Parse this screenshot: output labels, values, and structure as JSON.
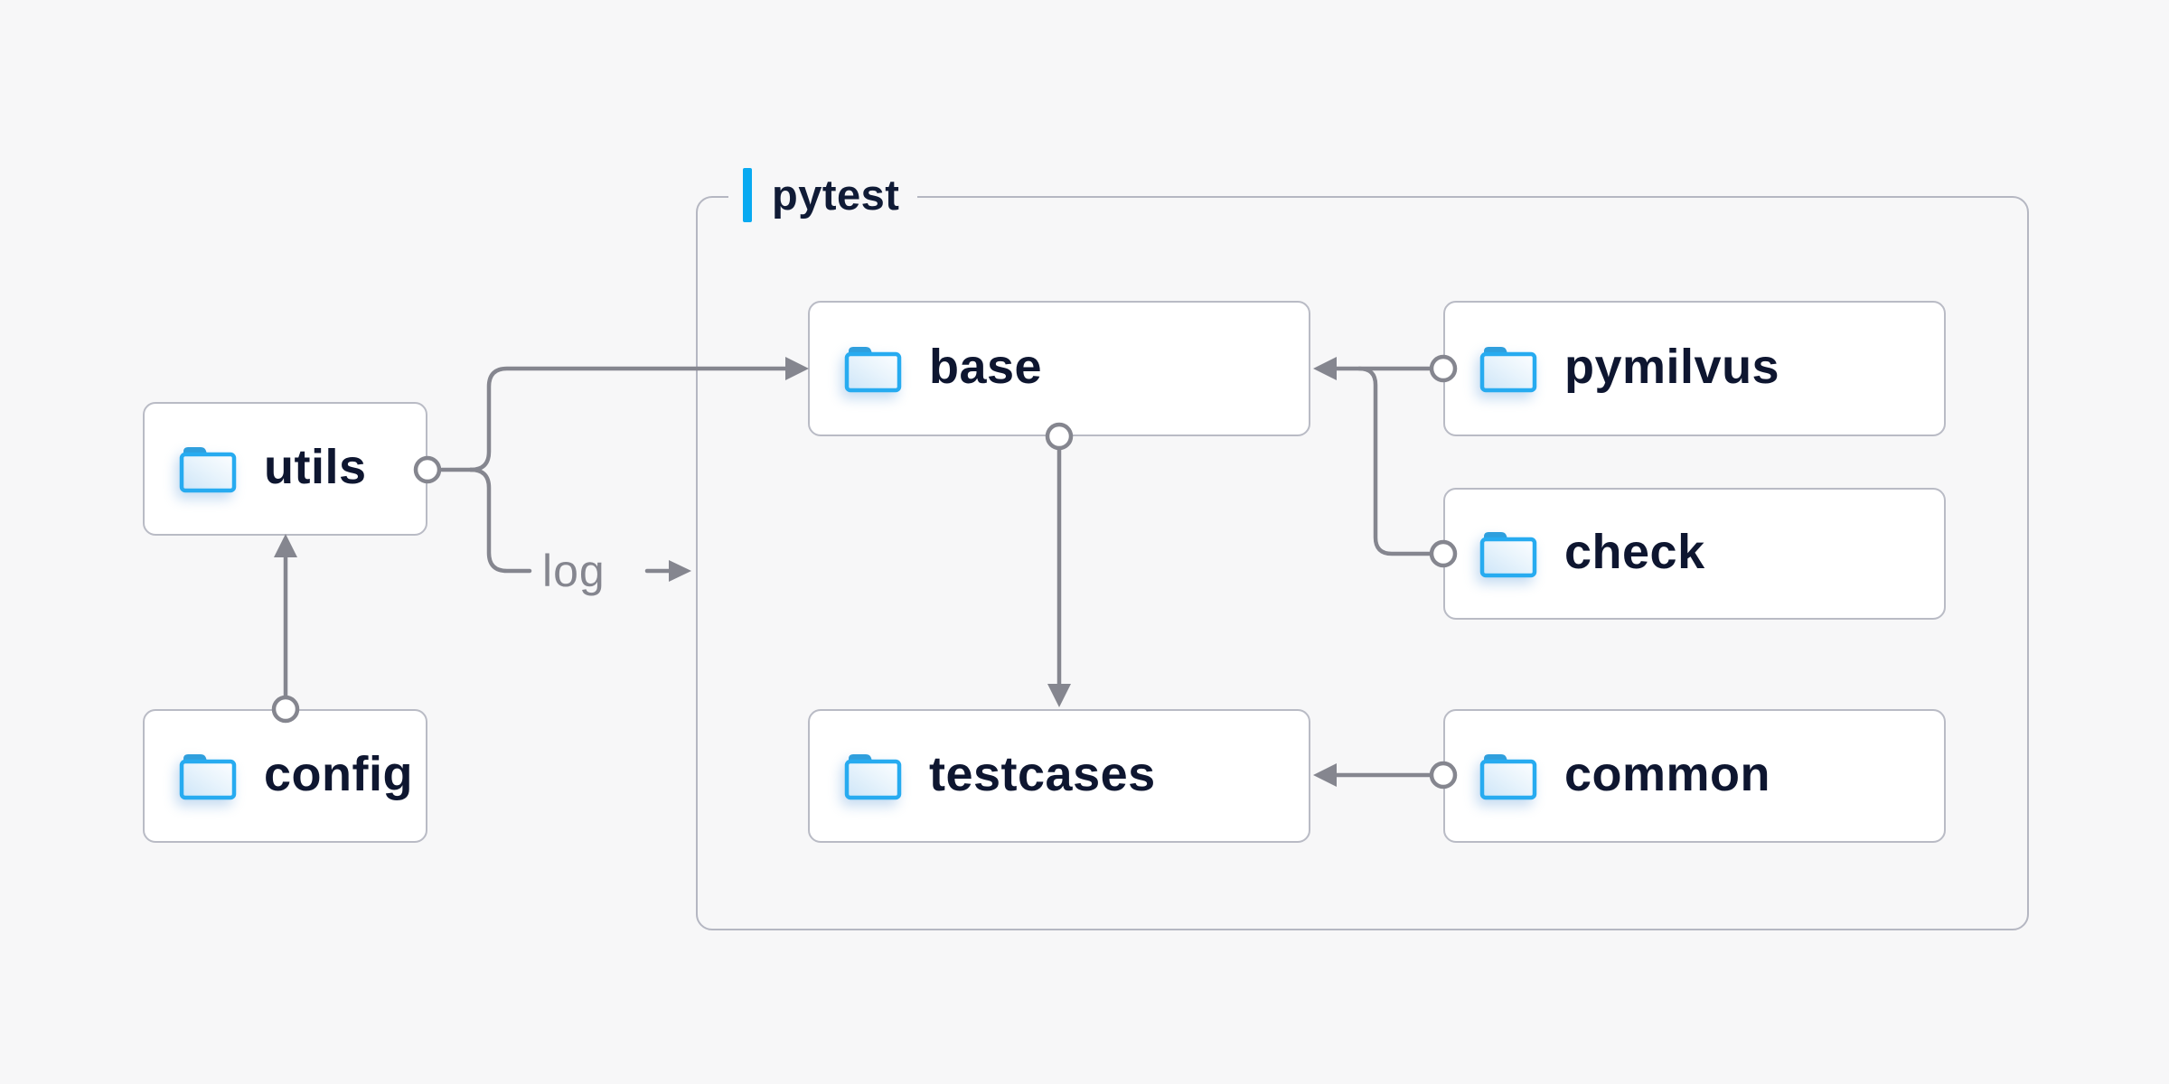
{
  "container": {
    "label": "pytest",
    "accent_color": "#09aaf1"
  },
  "nodes": {
    "utils": {
      "label": "utils"
    },
    "config": {
      "label": "config"
    },
    "base": {
      "label": "base"
    },
    "pymilvus": {
      "label": "pymilvus"
    },
    "check": {
      "label": "check"
    },
    "testcases": {
      "label": "testcases"
    },
    "common": {
      "label": "common"
    }
  },
  "edge_label": {
    "log": "log"
  },
  "edges": [
    {
      "from": "config",
      "to": "utils"
    },
    {
      "from": "utils",
      "to": "base"
    },
    {
      "from": "utils",
      "to": "log-output"
    },
    {
      "from": "pymilvus",
      "to": "base"
    },
    {
      "from": "check",
      "to": "base"
    },
    {
      "from": "base",
      "to": "testcases"
    },
    {
      "from": "common",
      "to": "testcases"
    }
  ],
  "colors": {
    "background": "#f7f7f8",
    "node_background": "#ffffff",
    "node_border": "#b9bbc5",
    "group_border": "#b5b7c2",
    "connector": "#85868f",
    "node_text": "#0e1630",
    "muted_text": "#85868f",
    "accent_blue": "#09aaf1",
    "folder_blue": "#27abf0"
  }
}
